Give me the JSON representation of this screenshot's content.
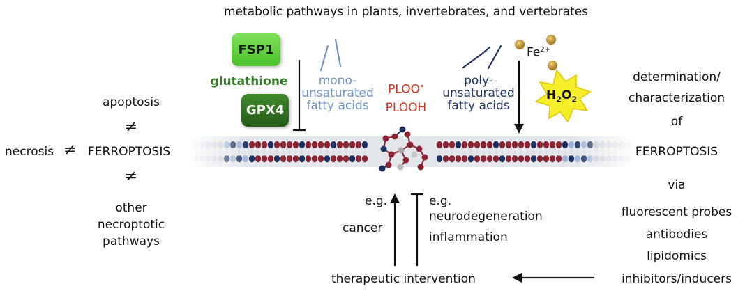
{
  "title": "metabolic pathways in plants, invertebrates, and vertebrates",
  "left": {
    "apoptosis": "apoptosis",
    "not_equal_symbol": "≠",
    "necrosis": "necrosis",
    "center": "FERROPTOSIS",
    "other_line1": "other",
    "other_line2": "necroptotic",
    "other_line3": "pathways"
  },
  "inhibitors": {
    "fsp1": "FSP1",
    "glutathione": "glutathione",
    "gpx4": "GPX4"
  },
  "fatty_acids": {
    "mono_line1": "mono-",
    "mono_line2": "unsaturated",
    "mono_line3": "fatty acids",
    "poly_line1": "poly-",
    "poly_line2": "unsaturated",
    "poly_line3": "fatty acids"
  },
  "peroxides": {
    "ploo": "PLOO",
    "ploo_superscript": "•",
    "plooh": "PLOOH"
  },
  "inducers": {
    "fe": "Fe",
    "fe_charge": "2+",
    "h2o2_h": "H",
    "h2o2_sub1": "2",
    "h2o2_o": "O",
    "h2o2_sub2": "2"
  },
  "bottom": {
    "eg_left": "e.g.",
    "cancer": "cancer",
    "eg_right": "e.g.",
    "neurodegeneration": "neurodegeneration",
    "inflammation": "inflammation",
    "therapeutic": "therapeutic intervention"
  },
  "right": {
    "determination": "determination/",
    "characterization": "characterization",
    "of": "of",
    "ferroptosis": "FERROPTOSIS",
    "via": "via",
    "methods": [
      "fluorescent probes",
      "antibodies",
      "lipidomics",
      "inhibitors/inducers"
    ]
  },
  "colors": {
    "fsp1_green": "#5fd13a",
    "gpx4_green": "#2e6f1f",
    "glutathione_text": "#2f7d1f",
    "mono_blue": "#6f93c9",
    "poly_navy": "#1f3566",
    "peroxide_red": "#d9311f",
    "membrane_red": "#8c2331",
    "membrane_navy": "#1c3163",
    "h2o2_yellow": "#f5ef2b",
    "iron_gold": "#c28f2c"
  }
}
